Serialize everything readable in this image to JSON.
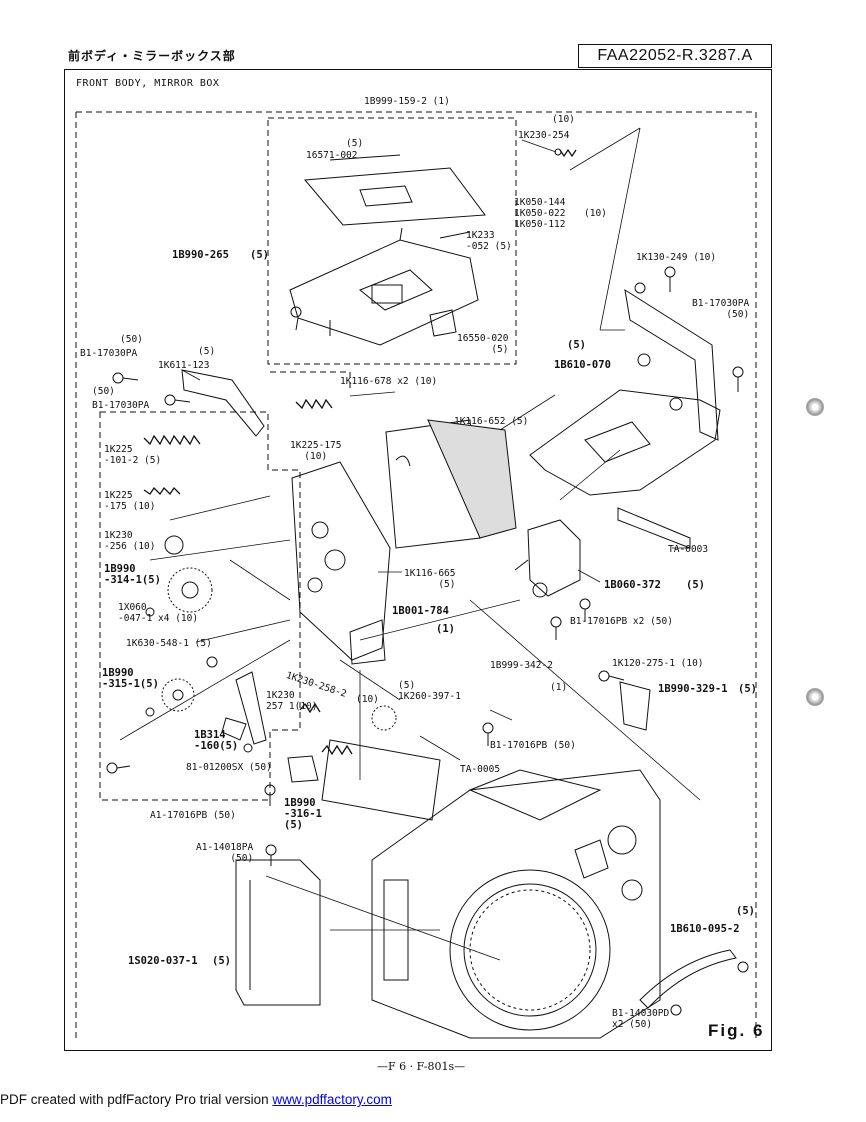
{
  "header": {
    "title_jp": "前ボディ・ミラーボックス部",
    "doc_code": "FAA22052-R.3287.A",
    "subtitle": "FRONT BODY, MIRROR BOX"
  },
  "figure_label": "Fig. 6",
  "footer_code": "—F 6 · F-801s—",
  "pdf_note": {
    "text": "PDF created with pdfFactory Pro trial version ",
    "link": "www.pdffactory.com"
  },
  "labels": {
    "top_assembly": "1B999-159-2 (1)",
    "n10_top": "(10)",
    "p1k230_254": "1K230-254",
    "p1k050_group": "1K050-144\n1K050-022\n1K050-112",
    "n10_group": "(10)",
    "n5_screen": "(5)",
    "p16571": "16571-002",
    "p1k233": "1K233\n-052 (5)",
    "p1b990_265": "1B990-265",
    "n5_1b990_265": "(5)",
    "p16550": "16550-020\n(5)",
    "p1k130": "1K130-249 (10)",
    "p81_17030pa_r": "B1-17030PA\n(50)",
    "n5_1b610": "(5)",
    "p1b610_070": "1B610-070",
    "n50_tl": "(50)",
    "p81_17030pa_tl": "B1-17030PA",
    "n5_1k611": "(5)",
    "p1k611": "1K611-123",
    "n50_l2": "(50)",
    "p81_17030pa_l2": "B1-17030PA",
    "p1k116_678": "1K116-678 x2 (10)",
    "p1k116_652": "1K116-652 (5)",
    "p1k225_101": "1K225\n-101-2 (5)",
    "p1k225_175m": "1K225-175\n(10)",
    "p1k225_175l": "1K225\n-175 (10)",
    "p1k230_256": "1K230\n-256 (10)",
    "p1b990_314": "1B990\n-314-1(5)",
    "p1x060": "1X060\n-047-1 x4 (10)",
    "p1k116_665": "1K116-665\n(5)",
    "pta_0003": "TA-0003",
    "p1b060_372": "1B060-372",
    "n5_1b060": "(5)",
    "p1b001_784": "1B001-784",
    "n1_1b001": "(1)",
    "p81_17016pb_x2": "B1-17016PB x2 (50)",
    "p1k630": "1K630-548-1 (5)",
    "p1b999_342": "1B999-342-2",
    "n1_1b999_342": "(1)",
    "p1k120": "1K120-275-1 (10)",
    "p1b990_329": "1B990-329-1",
    "n5_1b990_329": "(5)",
    "p1b990_315": "1B990\n-315-1(5)",
    "p1k230_258": "1K230-258-2",
    "n10_258": "(10)",
    "p1k260": "(5)\n1K260-397-1",
    "p1k230_257": "1K230\n257 1(10)",
    "p1b314": "1B314\n-160(5)",
    "p81_01200sx": "81-01200SX (50)",
    "p81_17016pb_m": "B1-17016PB (50)",
    "pta_0005": "TA-0005",
    "p1b990_316": "1B990\n-316-1\n(5)",
    "pa1_17016pb": "A1-17016PB (50)",
    "pa1_14018pa": "A1-14018PA\n(50)",
    "n5_1b610_095": "(5)",
    "p1b610_095": "1B610-095-2",
    "p1s020": "1S020-037-1",
    "n5_1s020": "(5)",
    "p81_14030pd": "B1-14030PD\nx2 (50)"
  }
}
